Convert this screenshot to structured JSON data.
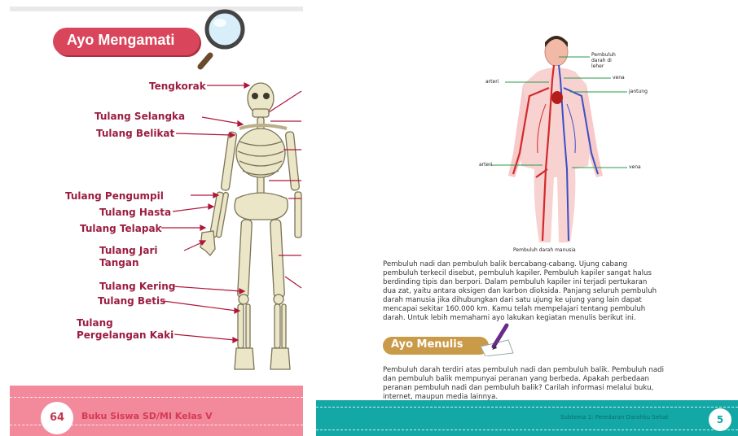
{
  "left_page": {
    "banner": "Ayo Mengamati",
    "labels": [
      "Tengkorak",
      "Tulang Selangka",
      "Tulang Belikat",
      "Tulang Pengumpil",
      "Tulang Hasta",
      "Tulang Telapak",
      "Tulang Jari",
      "Tangan",
      "Tulang Kering",
      "Tulang Betis",
      "Tulang",
      "Pergelangan Kaki"
    ],
    "footer": {
      "page_number": "64",
      "book_bold": "Buku Siswa",
      "book_rest": " SD/MI Kelas V"
    },
    "colors": {
      "banner": "#d9455a",
      "label": "#9b1d42",
      "footer": "#f28a9c"
    }
  },
  "right_page": {
    "figure_labels": {
      "neck": "Pembuluh darah di leher",
      "vena_top": "vena",
      "arteri_top": "arteri",
      "jantung": "jantung",
      "arteri_bottom": "arteri",
      "vena_bottom": "vena",
      "caption": "Pembuluh darah manusia"
    },
    "paragraph1": [
      "Pembuluh nadi dan pembuluh balik bercabang-cabang. Ujung cabang",
      "pembuluh terkecil disebut, pembuluh kapiler. Pembuluh kapiler sangat halus",
      "berdinding tipis dan berpori. Dalam pembuluh kapiler ini terjadi pertukaran",
      "dua zat, yaitu antara oksigen dan karbon dioksida. Panjang seluruh pembuluh",
      "darah manusia jika dihubungkan dari satu ujung ke ujung yang lain dapat",
      "mencapai sekitar 160.000 km. Kamu telah mempelajari tentang pembuluh",
      "darah. Untuk lebih memahami ayo lakukan kegiatan menulis berikut ini."
    ],
    "section": "Ayo Menulis",
    "paragraph2": [
      "Pembuluh darah terdiri atas pembuluh nadi dan pembuluh balik. Pembuluh nadi",
      "dan pembuluh balik mempunyai peranan yang berbeda. Apakah perbedaan",
      "peranan pembuluh nadi dan pembuluh balik? Carilah informasi melalui buku,",
      "internet, maupun media lainnya."
    ],
    "footer": {
      "subtheme": "Subtema 1: Peredaran Darahku Sehat",
      "page_number": "5"
    },
    "colors": {
      "footer": "#13a7a6",
      "section": "#c99a48",
      "artery": "#d22a2a",
      "vein": "#3b4fc4"
    }
  }
}
